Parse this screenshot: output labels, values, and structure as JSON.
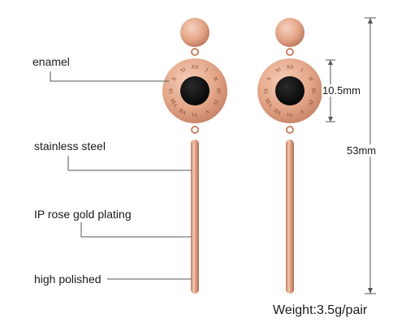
{
  "callouts": {
    "enamel": "enamel",
    "stainless_steel": "stainless steel",
    "plating": "IP rose gold plating",
    "polished": "high polished"
  },
  "dimensions": {
    "disc": "10.5mm",
    "total": "53mm"
  },
  "weight": "Weight:3.5g/pair",
  "roman_numerals": [
    "XII",
    "I",
    "II",
    "III",
    "IV",
    "V",
    "VI",
    "VII",
    "VIII",
    "IX",
    "X",
    "XI"
  ],
  "colors": {
    "rose_gold": "#e6a98d",
    "rose_gold_dark": "#b9745a",
    "enamel_black": "#0c0c0c",
    "line": "#555555"
  }
}
